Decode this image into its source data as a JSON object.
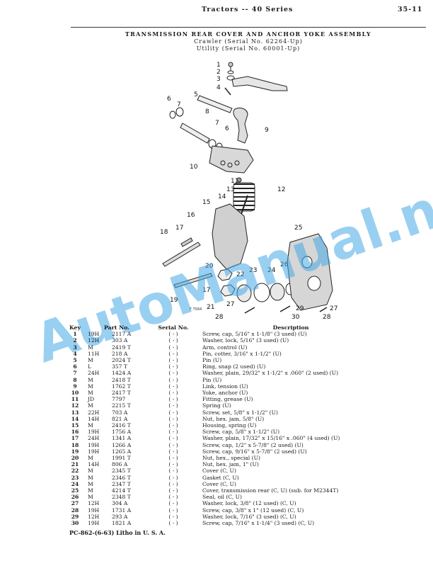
{
  "header": {
    "title": "Tractors -- 40 Series",
    "page_number": "35-11"
  },
  "section": {
    "title": "TRANSMISSION REAR COVER AND ANCHOR YOKE ASSEMBLY",
    "subtitle_1": "Crawler (Serial No. 62264-Up)",
    "subtitle_2": "Utility (Serial No. 60001-Up)"
  },
  "diagram": {
    "figure_number": "F 7564",
    "callouts": [
      "1",
      "2",
      "3",
      "4",
      "5",
      "6",
      "7",
      "8",
      "7",
      "6",
      "9",
      "10",
      "11",
      "12",
      "13",
      "14",
      "15",
      "16",
      "17",
      "18",
      "25",
      "20",
      "22",
      "23",
      "24",
      "26",
      "19",
      "17",
      "21",
      "27",
      "29",
      "27",
      "28",
      "30",
      "28"
    ]
  },
  "watermark": "AutoManual.net",
  "table": {
    "headers": {
      "key": "Key",
      "part_no": "Part No.",
      "serial_no": "Serial No.",
      "description": "Description"
    },
    "rows": [
      {
        "key": "1",
        "prefix": "19H",
        "num": "2117 A",
        "serial": "-",
        "desc": "Screw, cap, 5/16\" x 1-1/8\" (3 used) (U)"
      },
      {
        "key": "2",
        "prefix": "12H",
        "num": "303 A",
        "serial": "-",
        "desc": "Washer, lock, 5/16\" (3 used) (U)"
      },
      {
        "key": "3",
        "prefix": "M",
        "num": "2419 T",
        "serial": "-",
        "desc": "Arm, control (U)"
      },
      {
        "key": "4",
        "prefix": "11H",
        "num": "218 A",
        "serial": "-",
        "desc": "Pin, cotter, 3/16\" x 1-1/2\" (U)"
      },
      {
        "key": "5",
        "prefix": "M",
        "num": "2024 T",
        "serial": "-",
        "desc": "Pin (U)"
      },
      {
        "key": "6",
        "prefix": "L",
        "num": "357 T",
        "serial": "-",
        "desc": "Ring, snap (2 used) (U)"
      },
      {
        "key": "7",
        "prefix": "24H",
        "num": "1424 A",
        "serial": "-",
        "desc": "Washer, plain, 29/32\" x 1-1/2\" x .060\" (2 used) (U)"
      },
      {
        "key": "8",
        "prefix": "M",
        "num": "2418 T",
        "serial": "-",
        "desc": "Pin (U)"
      },
      {
        "key": "9",
        "prefix": "M",
        "num": "1762 T",
        "serial": "-",
        "desc": "Link, tension (U)"
      },
      {
        "key": "10",
        "prefix": "M",
        "num": "2417 T",
        "serial": "-",
        "desc": "Yoke, anchor (U)"
      },
      {
        "key": "11",
        "prefix": "JD",
        "num": "7797",
        "serial": "-",
        "desc": "Fitting, grease (U)"
      },
      {
        "key": "12",
        "prefix": "M",
        "num": "2215 T",
        "serial": "-",
        "desc": "Spring (U)"
      },
      {
        "key": "13",
        "prefix": "22H",
        "num": "703 A",
        "serial": "-",
        "desc": "Screw, set, 5/8\" x 1-1/2\" (U)"
      },
      {
        "key": "14",
        "prefix": "14H",
        "num": "821 A",
        "serial": "-",
        "desc": "Nut, hex. jam, 5/8\" (U)"
      },
      {
        "key": "15",
        "prefix": "M",
        "num": "2416 T",
        "serial": "-",
        "desc": "Housing, spring (U)"
      },
      {
        "key": "16",
        "prefix": "19H",
        "num": "1756 A",
        "serial": "-",
        "desc": "Screw, cap, 5/8\" x 1-1/2\" (U)"
      },
      {
        "key": "17",
        "prefix": "24H",
        "num": "1341 A",
        "serial": "-",
        "desc": "Washer, plain, 17/32\" x 15/16\" x .060\" (4 used) (U)"
      },
      {
        "key": "18",
        "prefix": "19H",
        "num": "1266 A",
        "serial": "-",
        "desc": "Screw, cap, 1/2\" x 5-7/8\" (2 used) (U)"
      },
      {
        "key": "19",
        "prefix": "19H",
        "num": "1265 A",
        "serial": "-",
        "desc": "Screw, cap, 9/16\" x 5-7/8\" (2 used) (U)"
      },
      {
        "key": "20",
        "prefix": "M",
        "num": "1991 T",
        "serial": "-",
        "desc": "Nut, hex., special (U)"
      },
      {
        "key": "21",
        "prefix": "14H",
        "num": "806 A",
        "serial": "-",
        "desc": "Nut, hex. jam, 1\" (U)"
      },
      {
        "key": "22",
        "prefix": "M",
        "num": "2345 T",
        "serial": "-",
        "desc": "Cover (C, U)"
      },
      {
        "key": "23",
        "prefix": "M",
        "num": "2346 T",
        "serial": "-",
        "desc": "Gasket (C, U)"
      },
      {
        "key": "24",
        "prefix": "M",
        "num": "2347 T",
        "serial": "-",
        "desc": "Cover (C, U)"
      },
      {
        "key": "25",
        "prefix": "M",
        "num": "4214 T",
        "serial": "-",
        "desc": "Cover, transmission rear (C, U) (sub. for M2344T)"
      },
      {
        "key": "26",
        "prefix": "M",
        "num": "2348 T",
        "serial": "-",
        "desc": "Seal, oil (C, U)"
      },
      {
        "key": "27",
        "prefix": "12H",
        "num": "304 A",
        "serial": "-",
        "desc": "Washer, lock, 3/8\" (12 used) (C, U)"
      },
      {
        "key": "28",
        "prefix": "19H",
        "num": "1731 A",
        "serial": "-",
        "desc": "Screw, cap, 3/8\" x 1\" (12 used) (C, U)"
      },
      {
        "key": "29",
        "prefix": "12H",
        "num": "293 A",
        "serial": "-",
        "desc": "Washer, lock, 7/16\" (3 used) (C, U)"
      },
      {
        "key": "30",
        "prefix": "19H",
        "num": "1821 A",
        "serial": "-",
        "desc": "Screw, cap, 7/16\" x 1-1/4\" (3 used) (C, U)"
      }
    ]
  },
  "footer": "PC-862-(6-63) Litho in U. S. A."
}
